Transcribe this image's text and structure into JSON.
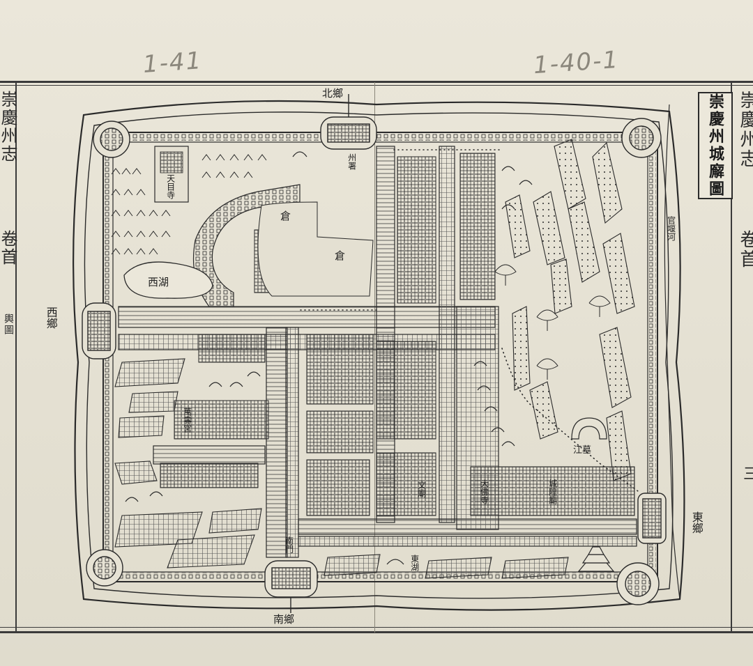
{
  "archive_marks": {
    "left": "1-41",
    "right": "1-40-1"
  },
  "map_title": "崇慶州城廨圖",
  "left_margin": {
    "text_top": "崇慶州志",
    "text_mid": "卷首",
    "text_sub": "輿圖"
  },
  "right_margin": {
    "text_top": "崇慶州志",
    "text_mid": "卷首",
    "page_num": "三"
  },
  "directions": {
    "north": "北鄉",
    "south": "南鄉",
    "west": "西鄉",
    "east": "東鄉"
  },
  "places": {
    "tianri_temple": "天目寺",
    "granary_1": "倉",
    "granary_2": "倉",
    "west_lake": "西湖",
    "east_lake": "東湖",
    "guan_river": "官堰河",
    "nan_gate": "南門",
    "jiang_tomb": "江墓",
    "yamen": "州署",
    "wenmiao": "文廟",
    "chenghuang": "城隍廟",
    "wanshou": "萬壽宮",
    "dafo": "大佛寺"
  },
  "colors": {
    "ink": "#2a2a2a",
    "paper": "#e7e3d6",
    "field_fill": "#dedacb"
  }
}
